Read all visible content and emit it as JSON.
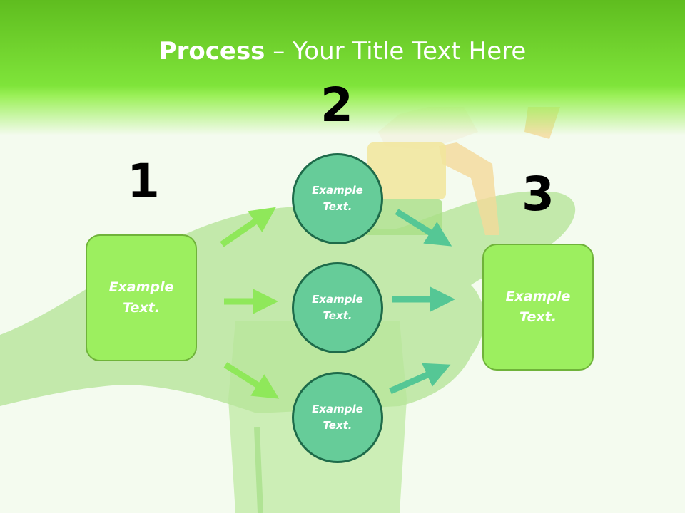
{
  "title": {
    "bold": "Process",
    "rest": " – Your Title Text Here"
  },
  "numbers": [
    "1",
    "2",
    "3"
  ],
  "left_box": {
    "line1": "Example",
    "line2": "Text."
  },
  "circles": [
    {
      "line1": "Example",
      "line2": "Text."
    },
    {
      "line1": "Example",
      "line2": "Text."
    },
    {
      "line1": "Example",
      "line2": "Text."
    }
  ],
  "right_box": {
    "line1": "Example",
    "line2": "Text."
  },
  "colors": {
    "header_green": "#7fe43a",
    "box_fill": "#9cef5f",
    "circle_fill": "#66cc99",
    "left_arrows": "#8fe85a",
    "right_arrows": "#55c795"
  }
}
